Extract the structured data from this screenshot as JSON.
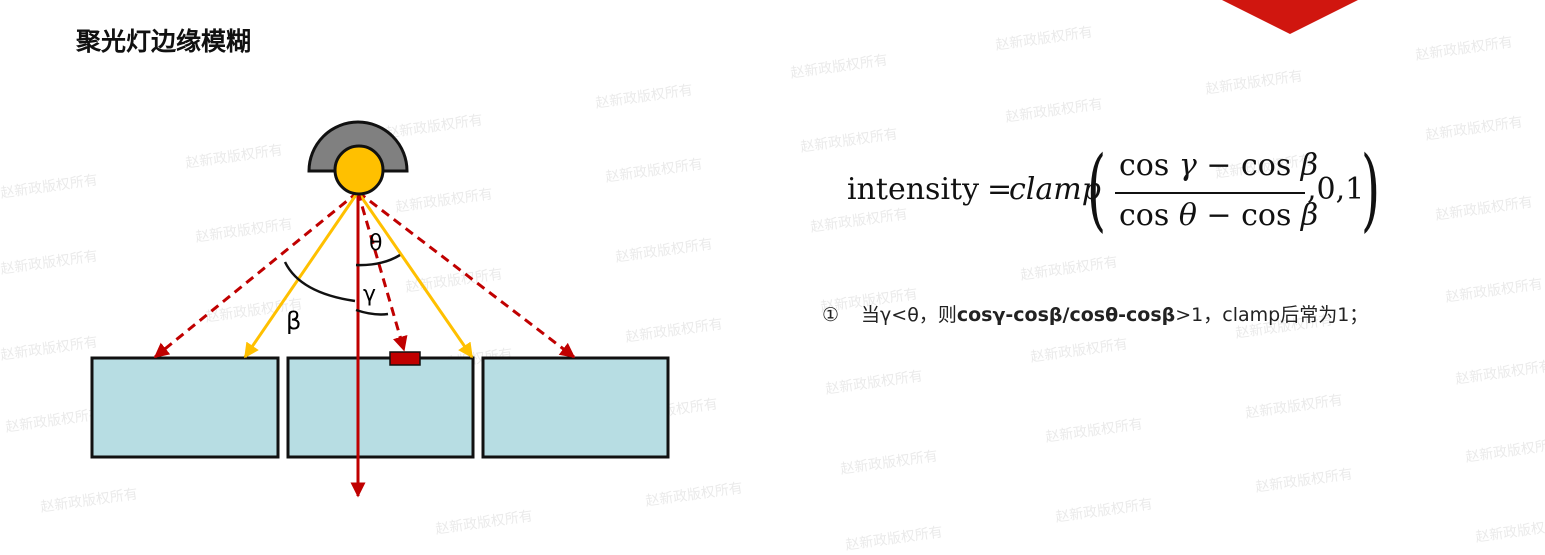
{
  "slide": {
    "title": "聚光灯边缘模糊",
    "watermark": "赵新政版权所有"
  },
  "diagram": {
    "angle_labels": {
      "theta": "θ",
      "gamma": "γ",
      "beta": "β"
    },
    "colors": {
      "lamp_shade": "#808080",
      "lamp_bulb": "#FFC000",
      "cone_edge": "#C00000",
      "inner_ray": "#FFC000",
      "panel_fill": "#B7DDE3",
      "outline": "#111111",
      "sample_point": "#C00000",
      "corner_triangle": "#D0160F"
    }
  },
  "formula": {
    "lhs": "intensity",
    "eq": "=",
    "function": "clamp",
    "num_left": "cos",
    "num_left_var": "γ",
    "num_minus": "−",
    "num_right": "cos",
    "num_right_var": "β",
    "den_left": "cos",
    "den_left_var": "θ",
    "den_minus": "−",
    "den_right": "cos",
    "den_right_var": "β",
    "tail": ",0,1"
  },
  "note": {
    "marker": "①",
    "text_pre": "当γ<θ，则",
    "text_bold": "cosγ-cosβ/cosθ-cosβ",
    "text_post": ">1，clamp后常为1；"
  }
}
